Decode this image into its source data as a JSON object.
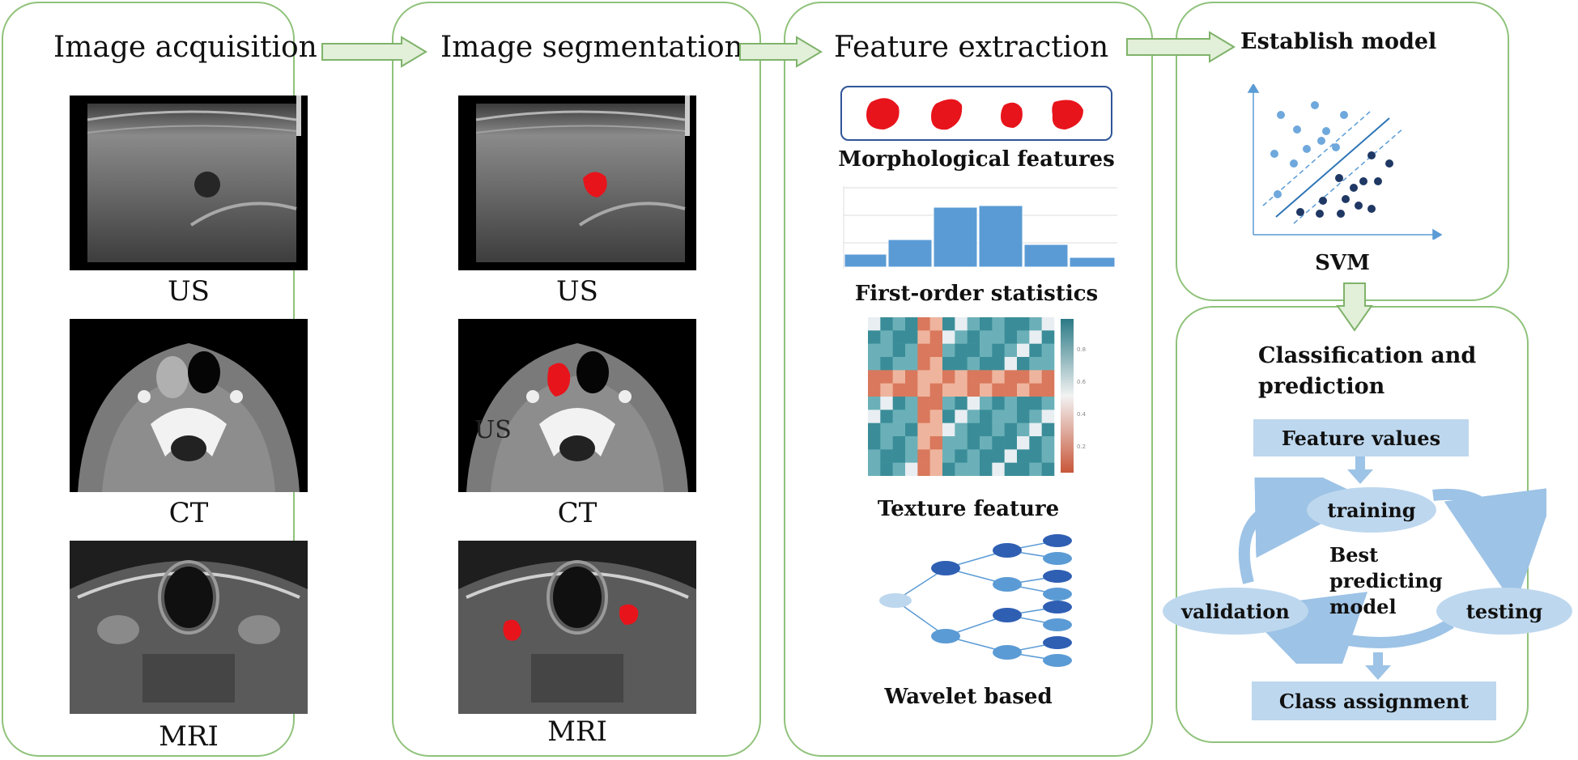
{
  "stages": {
    "acquisition": {
      "title": "Image acquisition",
      "labels": [
        "US",
        "CT",
        "MRI"
      ]
    },
    "segmentation": {
      "title": "Image segmentation",
      "labels": [
        "US",
        "CT",
        "MRI"
      ],
      "overlay_text": "US"
    },
    "extraction": {
      "title": "Feature extraction",
      "features": [
        "Morphological features",
        "First-order statistics",
        "Texture feature",
        "Wavelet based"
      ]
    },
    "model": {
      "title": "Establish model",
      "method": "SVM"
    },
    "classification": {
      "title_line1": "Classification and",
      "title_line2": "prediction",
      "feature_values": "Feature values",
      "training": "training",
      "testing": "testing",
      "validation": "validation",
      "best_line1": "Best",
      "best_line2": "predicting",
      "best_line3": "model",
      "class_assignment": "Class assignment"
    }
  },
  "heatmap_scale": [
    "0.8",
    "0.6",
    "0.4",
    "0.2"
  ],
  "colors": {
    "panel_border": "#8fc27a",
    "arrow_fill": "#e2efd9",
    "arrow_stroke": "#7fb36a",
    "segmentation_red": "#e8141b",
    "histogram_blue": "#5b9bd5",
    "flow_blue": "#bdd7ee",
    "flow_arrow": "#9dc3e6",
    "svm_light": "#6fa8dc",
    "svm_dark": "#1f3864"
  }
}
